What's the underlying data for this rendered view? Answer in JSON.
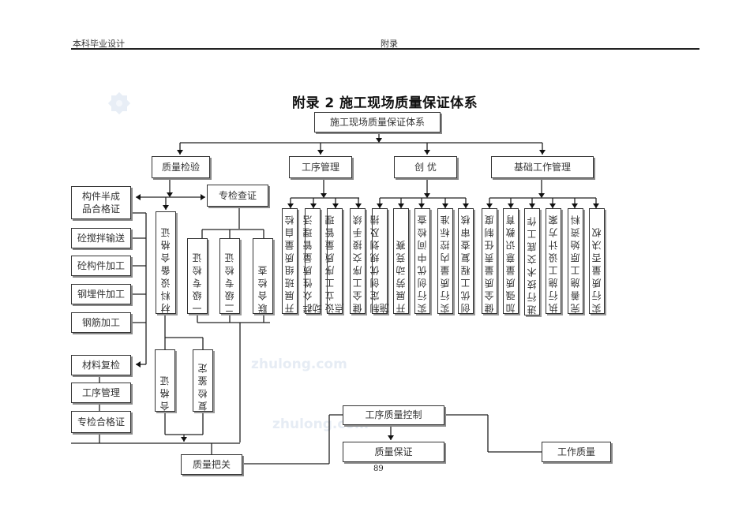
{
  "header": {
    "left": "本科毕业设计",
    "center": "附录"
  },
  "title": "附录 2  施工现场质量保证体系",
  "watermark": {
    "text1": "zhulong.com",
    "text2": "zhulong.com"
  },
  "root": "施工现场质量保证体系",
  "level1": [
    "质量检验",
    "工序管理",
    "创  优",
    "基础工作管理"
  ],
  "quality_check": {
    "left_boxes": [
      "构件半成品合格证",
      "砼搅拌输送",
      "砼构件加工",
      "钢埋件加工",
      "钢筋加工"
    ],
    "material_chain": [
      "材料复检",
      "工序管理",
      "专检合格证"
    ],
    "special_check": "专检查证",
    "materials_cert": "材料设备合格证",
    "special_subs": [
      "一级专检证",
      "二级专检证",
      "联合检查"
    ],
    "cert_boxes": [
      "合格证",
      "复检鉴定"
    ],
    "gate": "质量把关"
  },
  "process_mgmt": [
    "开展班组质量自检",
    "群众性质量管理活动",
    "设立工序质量管理点",
    "健全工序交接手续"
  ],
  "excellence": [
    "制定创优规划及措施",
    "开展劳动竞赛",
    "实行创优中间检查",
    "实行质量内控标准",
    "创优工程复查审核"
  ],
  "base_work": [
    "健全质量责任制度",
    "加强质量意识教育",
    "进行技术交底工作",
    "执行施工设计方案",
    "完善施工原始资料",
    "实行质量否决权"
  ],
  "bottom": {
    "process_control": "工序质量控制",
    "quality_assurance": "质量保证",
    "work_quality": "工作质量"
  },
  "page_number": "89"
}
